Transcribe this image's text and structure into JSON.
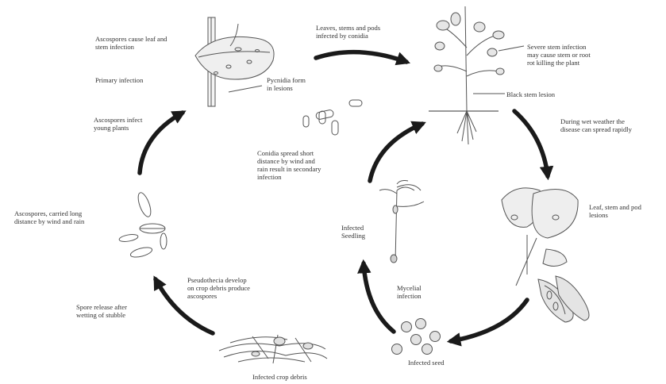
{
  "labels": {
    "ascospores_leaf_stem": "Ascospores cause leaf and\nstem infection",
    "primary_infection": "Primary infection",
    "pycnidia_form": "Pycnidia form\nin lesions",
    "ascospores_infect_young": "Ascospores infect\nyoung plants",
    "leaves_stems_pods": "Leaves, stems and pods\ninfected by conidia",
    "severe_stem": "Severe stem infection\nmay cause stem or root\nrot killing the plant",
    "black_stem": "Black stem lesion",
    "wet_weather": "During wet weather the\ndisease can spread rapidly",
    "conidia_spread": "Conidia spread short\ndistance by wind and\nrain result in secondary\ninfection",
    "ascospores_carried": "Ascospores, carried long\ndistance by wind and rain",
    "infected_seedling": "Infected\nSeedling",
    "leaf_stem_pod_lesions": "Leaf, stem and pod\nlesions",
    "pseudothecia": "Pseudothecia develop\non crop debris produce\nascospores",
    "mycelial": "Mycelial\ninfection",
    "spore_release": "Spore release after\nwetting of stubble",
    "infected_debris": "Infected crop debris",
    "infected_seed": "Infected seed"
  },
  "colors": {
    "ink": "#1a1a1a",
    "text": "#333333",
    "sketch": "#555555"
  },
  "icons": [
    "diseased-leaf-on-stem",
    "diseased-pea-plant",
    "pea-pod-leaves",
    "infected-seedling",
    "crop-debris",
    "seeds",
    "ascospores",
    "conidia"
  ]
}
